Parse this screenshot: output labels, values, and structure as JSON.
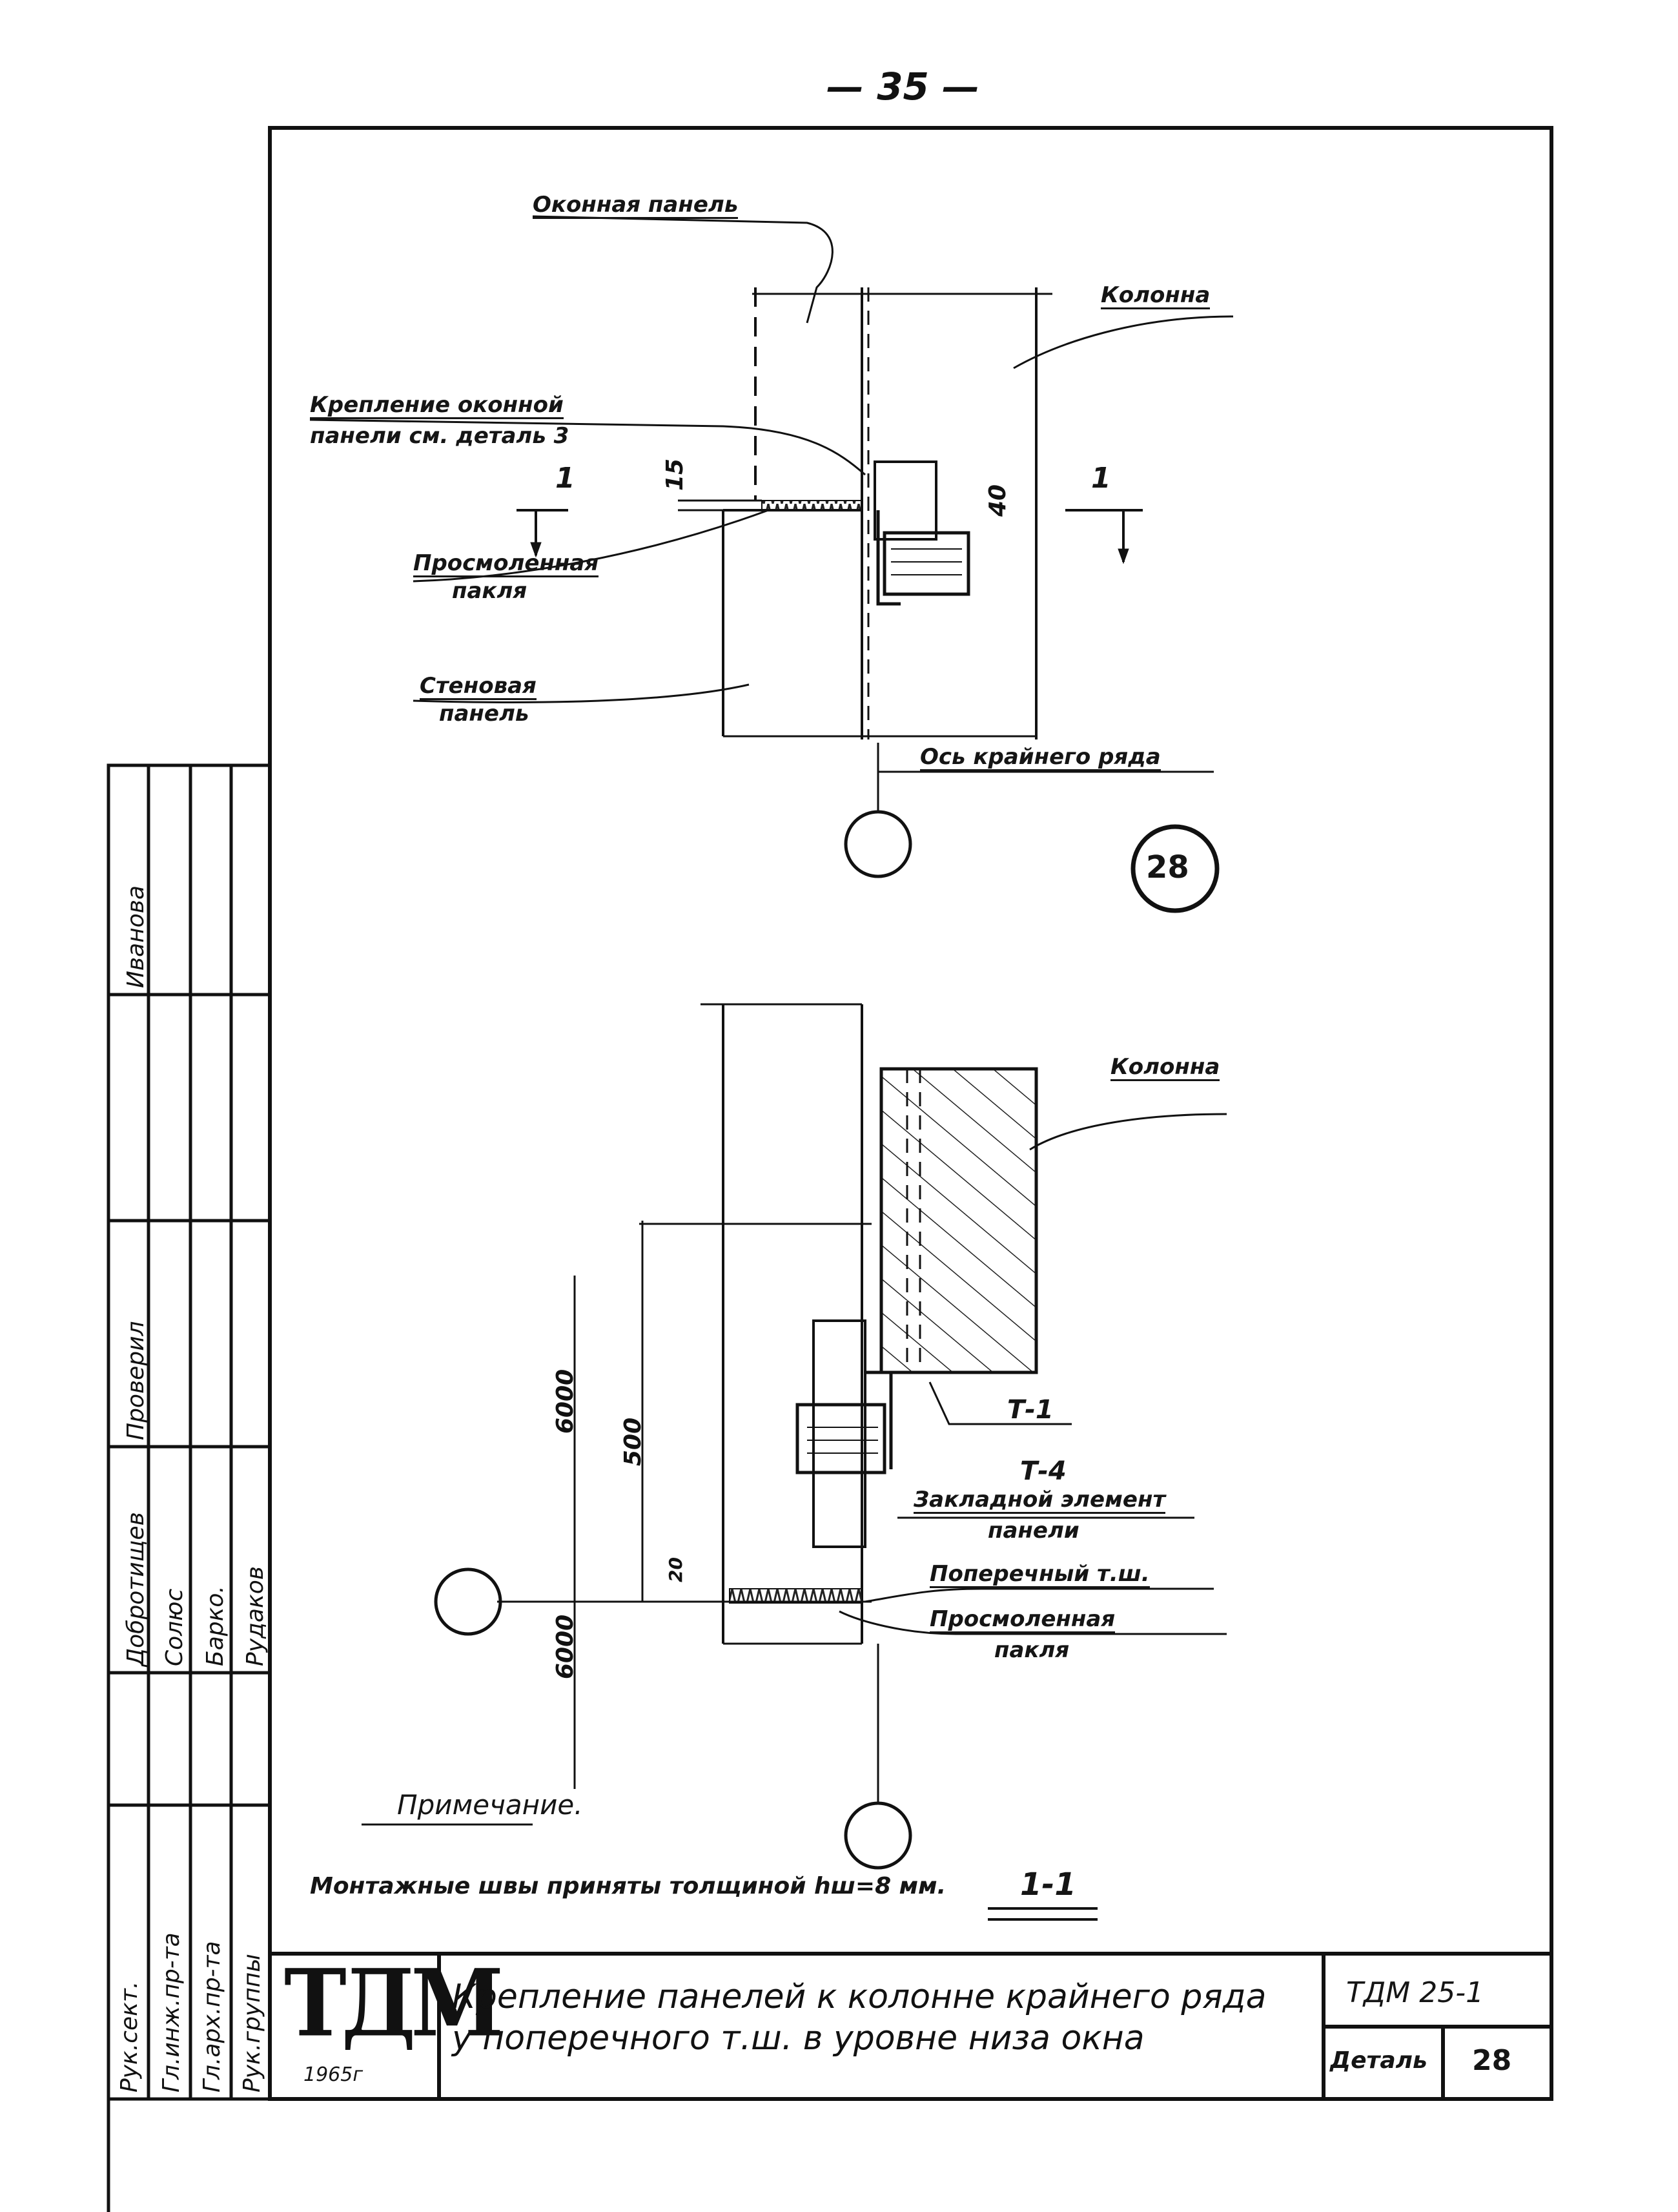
{
  "page_number": "— 35 —",
  "labels": {
    "window_panel": "Оконная панель",
    "column_top": "Колонна",
    "fastening_line1": "Крепление оконной",
    "fastening_line2": "панели см. деталь 3",
    "tarred_tow_top_1": "Просмоленная",
    "tarred_tow_top_2": "пакля",
    "wall_panel_1": "Стеновая",
    "wall_panel_2": "панель",
    "outer_row_axis": "Ось крайнего ряда",
    "detail_number": "28",
    "column_bottom": "Колонна",
    "t1": "Т-1",
    "t4": "Т-4",
    "embedded_1": "Закладной элемент",
    "embedded_2": "панели",
    "transverse_joint": "Поперечный т.ш.",
    "tarred_tow_bot_1": "Просмоленная",
    "tarred_tow_bot_2": "пакля",
    "section": "1-1",
    "section_mark_left": "1",
    "section_mark_right": "1"
  },
  "dimensions": {
    "d15": "15",
    "d40": "40",
    "d6000_top": "6000",
    "d500": "500",
    "d20": "20",
    "d6000_bot": "6000"
  },
  "note": {
    "title": "Примечание.",
    "text": "Монтажные швы приняты толщиной  hш=8 мм."
  },
  "side_stamp": {
    "names": [
      "Иванова",
      "Проверил",
      "Добротищев",
      "Солюс",
      "Барко.",
      "Рудаков"
    ],
    "roles": [
      "Рук.сект.",
      "Гл.инж.пр-та",
      "Гл.арх.пр-та",
      "Рук.группы"
    ]
  },
  "title_block": {
    "logo": "ТДМ",
    "year": "1965г",
    "title_line1": "Крепление панелей к колонне крайнего ряда",
    "title_line2": "у поперечного т.ш. в уровне низа окна",
    "doc_code": "ТДМ 25-1",
    "detail_label": "Деталь",
    "detail_value": "28"
  }
}
